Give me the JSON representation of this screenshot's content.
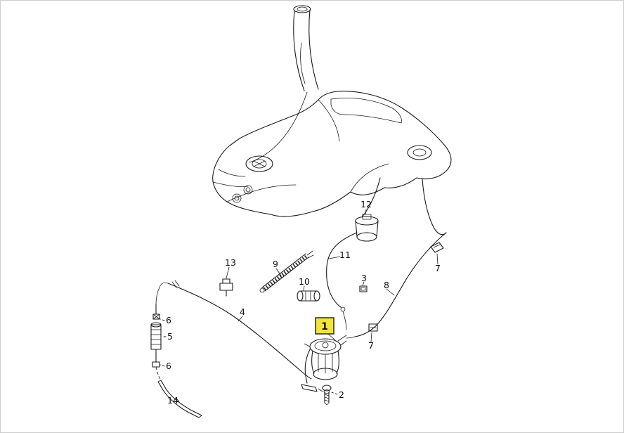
{
  "diagram": {
    "background_color": "#ffffff",
    "line_color": "#1a1a1a",
    "highlight": {
      "color": "#f2e33b",
      "border": "#1a1a1a"
    },
    "callouts": [
      {
        "label": "12",
        "highlighted": false
      },
      {
        "label": "13",
        "highlighted": false
      },
      {
        "label": "9",
        "highlighted": false
      },
      {
        "label": "10",
        "highlighted": false
      },
      {
        "label": "11",
        "highlighted": false
      },
      {
        "label": "3",
        "highlighted": false
      },
      {
        "label": "8",
        "highlighted": false
      },
      {
        "label": "7",
        "highlighted": false
      },
      {
        "label": "7",
        "highlighted": false
      },
      {
        "label": "6",
        "highlighted": false
      },
      {
        "label": "5",
        "highlighted": false
      },
      {
        "label": "6",
        "highlighted": false
      },
      {
        "label": "4",
        "highlighted": false
      },
      {
        "label": "1",
        "highlighted": true
      },
      {
        "label": "2",
        "highlighted": false
      },
      {
        "label": "14",
        "highlighted": false
      }
    ]
  }
}
